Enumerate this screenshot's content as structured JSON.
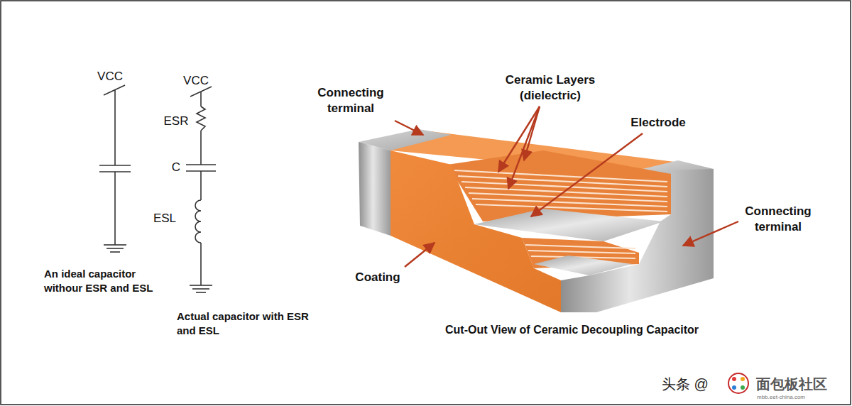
{
  "diagram": {
    "caption": "Cut-Out View of Ceramic Decoupling Capacitor",
    "labels": [
      "VCC",
      "VCC",
      "ESR",
      "C",
      "ESL",
      "An ideal capacitor withour ESR and ESL",
      "Actual capacitor with ESR and ESL",
      "Connecting terminal",
      "Ceramic Layers (dielectric)",
      "Electrode",
      "Connecting terminal",
      "Coating",
      "头条 @",
      "面包板社区",
      "mbb.eet-china.com"
    ]
  }
}
